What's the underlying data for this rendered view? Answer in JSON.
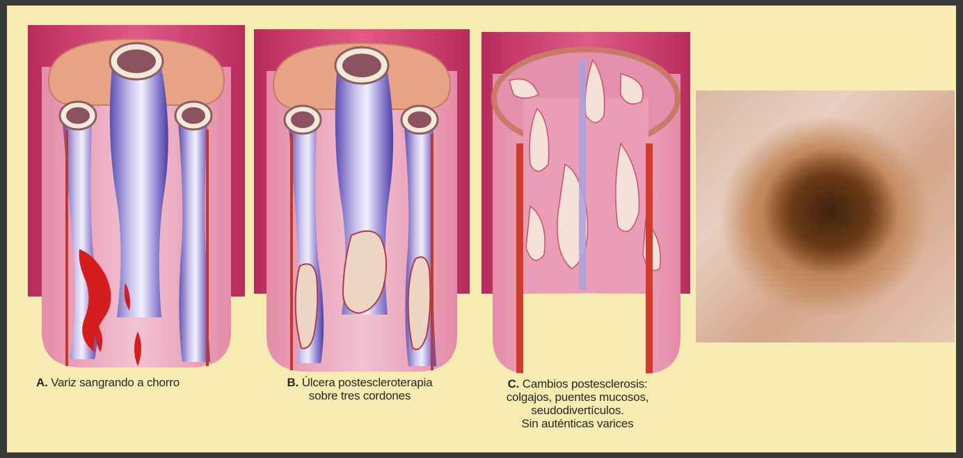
{
  "panels": [
    {
      "letter": "A.",
      "text": "Variz sangrando a chorro"
    },
    {
      "letter": "B.",
      "text_line1": "Úlcera postescleroterapia",
      "text_line2": "sobre tres cordones"
    },
    {
      "letter": "C.",
      "text_line1": "Cambios postesclerosis:",
      "text_line2": "colgajos, puentes mucosos,",
      "text_line3": "seudodivertículos.",
      "text_line4": "Sin auténticas varices"
    }
  ],
  "colors": {
    "background": "#f6ecb2",
    "mucosa": "#e9a3b9",
    "wall": "#c93c6c",
    "vein": "#7f74c4",
    "blood": "#d61d1d",
    "ring": "#e8a385"
  }
}
